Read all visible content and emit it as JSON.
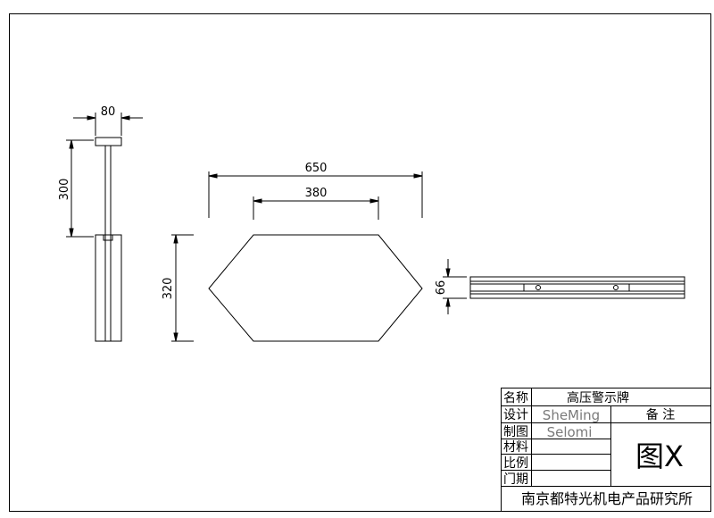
{
  "dimensions": {
    "side_width": "80",
    "side_height": "300",
    "front_overall_width": "650",
    "front_top_width": "380",
    "front_height": "320",
    "top_thickness": "66"
  },
  "title_block": {
    "name_label": "名称",
    "name_value": "高压警示牌",
    "design_label": "设计",
    "design_value": "SheMing",
    "draw_label": "制图",
    "draw_value": "Selomi",
    "material_label": "材料",
    "scale_label": "比例",
    "date_label": "门期",
    "remarks_label": "备 注",
    "figure_mark": "图X",
    "organization": "南京都特光机电产品研究所"
  }
}
